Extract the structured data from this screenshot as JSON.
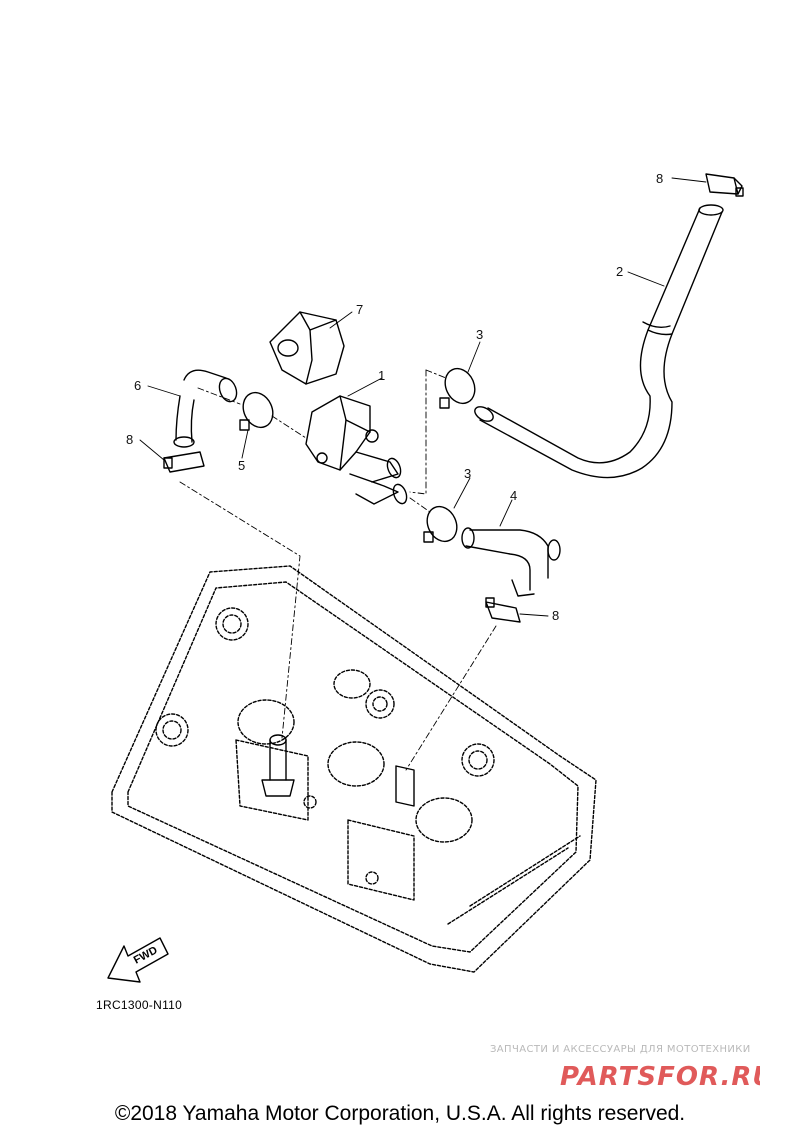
{
  "callouts": [
    {
      "id": "8a",
      "label": "8"
    },
    {
      "id": "2",
      "label": "2"
    },
    {
      "id": "7",
      "label": "7"
    },
    {
      "id": "3a",
      "label": "3"
    },
    {
      "id": "1",
      "label": "1"
    },
    {
      "id": "6",
      "label": "6"
    },
    {
      "id": "8b",
      "label": "8"
    },
    {
      "id": "5",
      "label": "5"
    },
    {
      "id": "3b",
      "label": "3"
    },
    {
      "id": "4",
      "label": "4"
    },
    {
      "id": "8c",
      "label": "8"
    }
  ],
  "fwd_label": "FWD",
  "diagram_code": "1RC1300-N110",
  "watermark": {
    "tagline": "ЗАПЧАСТИ И АКСЕССУАРЫ ДЛЯ МОТОТЕХНИКИ",
    "logo_text": "PARTSFOR.RU",
    "logo_color": "#e05a5a"
  },
  "copyright": "©2018 Yamaha Motor Corporation, U.S.A. All rights reserved."
}
